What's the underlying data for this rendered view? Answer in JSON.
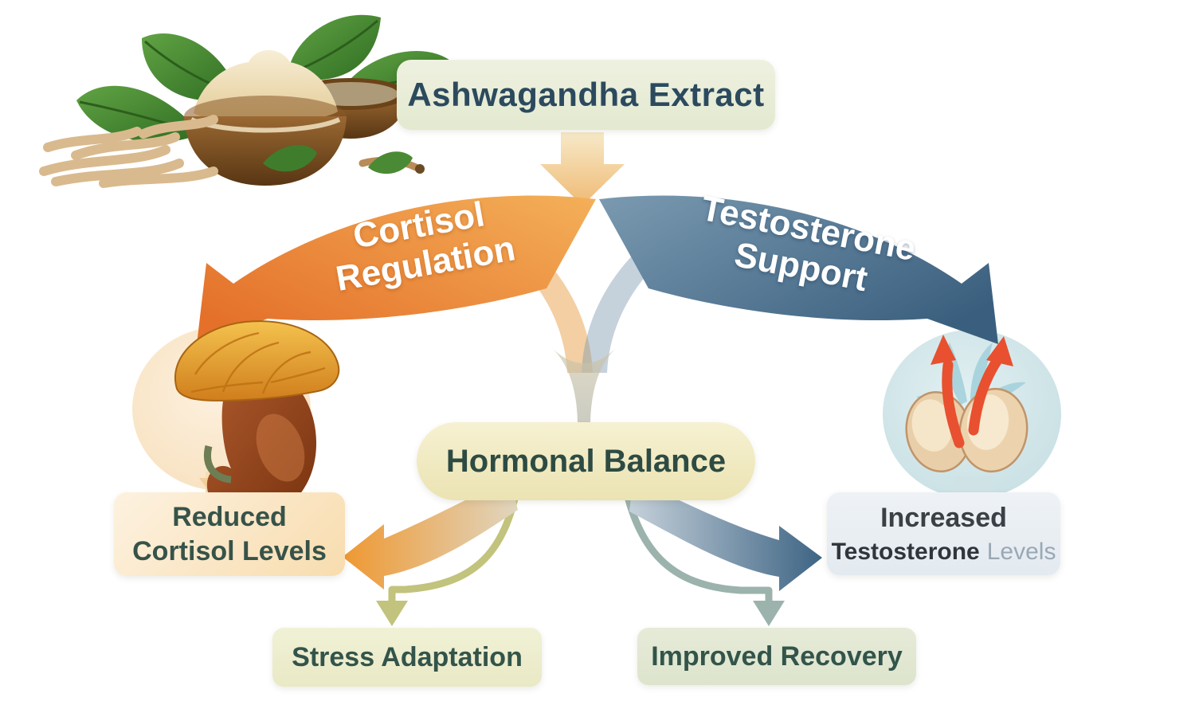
{
  "title": {
    "label": "Ashwagandha Extract"
  },
  "pathway_left": {
    "line1": "Cortisol",
    "line2": "Regulation"
  },
  "pathway_right": {
    "line1": "Testosterone",
    "line2": "Support"
  },
  "hormonal_balance": {
    "label": "Hormonal Balance"
  },
  "outcomes": {
    "reduced": {
      "line1": "Reduced",
      "line2": "Cortisol Levels"
    },
    "increased": {
      "line1": "Increased",
      "line2_main": "Testosterone",
      "line2_muted": "Levels"
    },
    "stress": {
      "label": "Stress Adaptation"
    },
    "improved": {
      "label": "Improved Recovery"
    }
  },
  "icons": {
    "top_left": "ashwagandha-herb-photo",
    "left_node": "adrenal-gland-icon",
    "right_node": "testes-icon",
    "testes_arrows": "red-up-arrows"
  },
  "colors": {
    "pathway_orange": "#e8772e",
    "pathway_blue": "#3f6280",
    "cream_pill": "#f1ecca",
    "peach_panel": "#f8dcae",
    "blue_panel": "#e9eef3",
    "green_panel": "#e7ecd8",
    "text_navy": "#2c4a5e",
    "text_teal": "#33544a",
    "muted_blue_gray": "#9aa8b4",
    "red_arrow": "#e8502f",
    "olive_connector": "#c2c37c",
    "teal_connector": "#9cb3ad"
  }
}
